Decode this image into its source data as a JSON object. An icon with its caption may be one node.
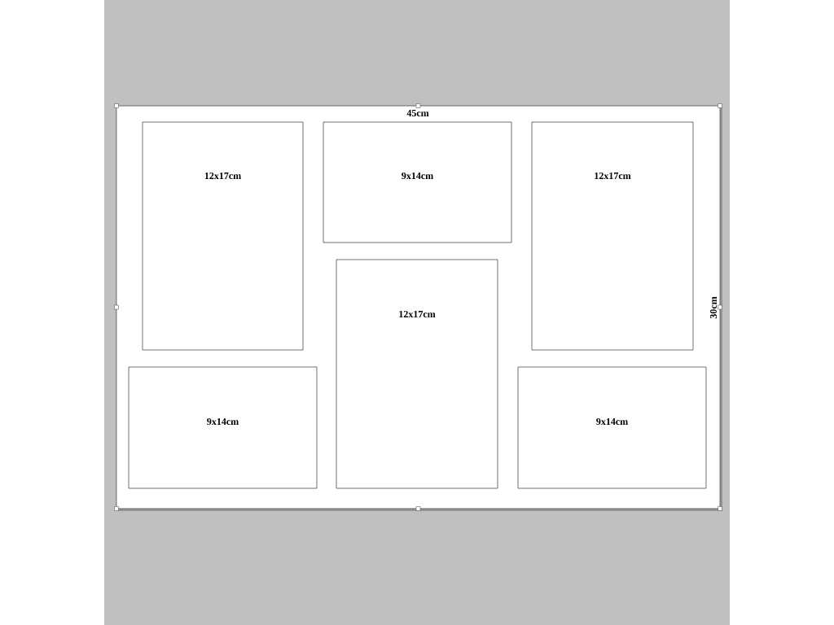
{
  "diagram": {
    "nodes": [
      {
        "text": [],
        "shape": "box"
      },
      {
        "text": [
          "12x17cm"
        ],
        "in": 0
      },
      {
        "text": [
          "9x14cm"
        ],
        "in": 0
      },
      {
        "text": [
          "12x17cm"
        ],
        "in": 0
      },
      {
        "text": [
          "9x14cm"
        ],
        "in": 0
      },
      {
        "text": [
          "12x17cm"
        ],
        "in": 0
      },
      {
        "text": [
          "9x14cm"
        ],
        "in": 0
      }
    ],
    "edges": [],
    "labels": [
      "45cm",
      "30cm"
    ]
  }
}
